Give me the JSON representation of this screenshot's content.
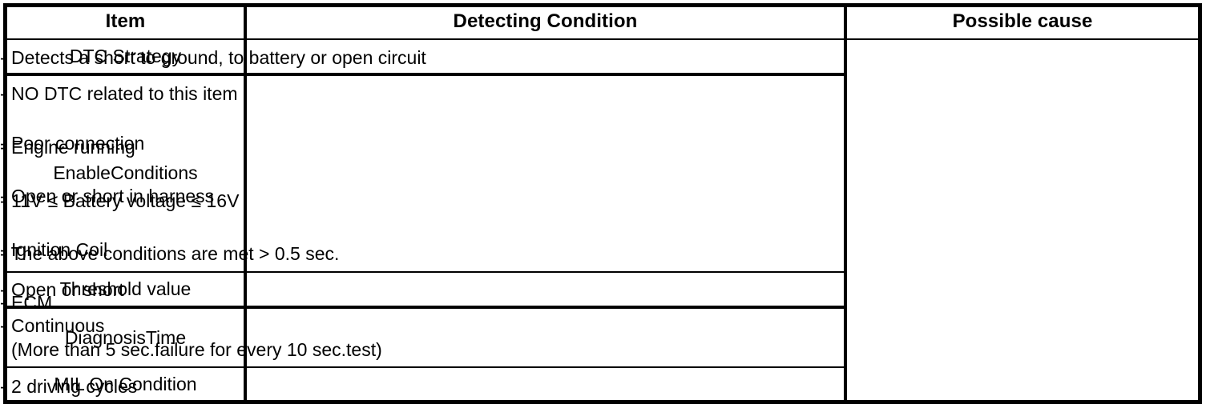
{
  "table": {
    "headers": {
      "item": "Item",
      "detecting_condition": "Detecting Condition",
      "possible_cause": "Possible cause"
    },
    "rows": [
      {
        "item": "DTC Strategy",
        "conditions": [
          "-  Detects a short to ground, to battery or open circuit"
        ]
      },
      {
        "item": "EnableConditions",
        "conditions": [
          "-  NO DTC related to this item",
          "-  Engine running",
          "-  11V ≤ Battery voltage ≤ 16V",
          "-  The above conditions are met > 0.5 sec."
        ]
      },
      {
        "item": "Threshold value",
        "conditions": [
          "-  Open or short"
        ]
      },
      {
        "item": "DiagnosisTime",
        "conditions": [
          "-  Continuous",
          "(More than 5 sec.failure for every 10 sec.test)"
        ]
      },
      {
        "item": "MIL On Condition",
        "conditions": [
          "-  2 driving cycles"
        ]
      }
    ],
    "possible_causes": [
      "-  Poor connection",
      "-  Open or short in harness",
      "-  Ignition Coil",
      "-  ECM"
    ]
  },
  "style": {
    "line_color": "#000000",
    "background": "#ffffff",
    "text_color": "#000000"
  }
}
